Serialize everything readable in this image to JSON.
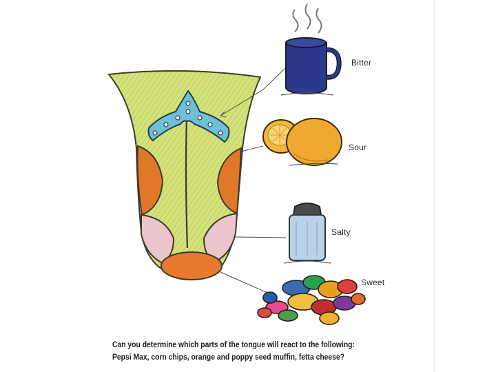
{
  "labels": {
    "bitter": "Bitter",
    "sour": "Sour",
    "salty": "Salty",
    "sweet": "Sweet"
  },
  "question": "Can you determine which parts of the tongue will react to the following: Pepsi Max, corn chips, orange and poppy seed muffin, fetta cheese?",
  "colors": {
    "tongue": "#d4e27a",
    "bitter_zone": "#6cc0d8",
    "sour_zone": "#e0782c",
    "salty_zone": "#ecc4cc",
    "sweet_zone": "#e87a30",
    "mug": "#2d3a8a",
    "lemon": "#f3b63a",
    "salt_shaker": "#b9d2e8",
    "outline": "#3a3a2a"
  }
}
